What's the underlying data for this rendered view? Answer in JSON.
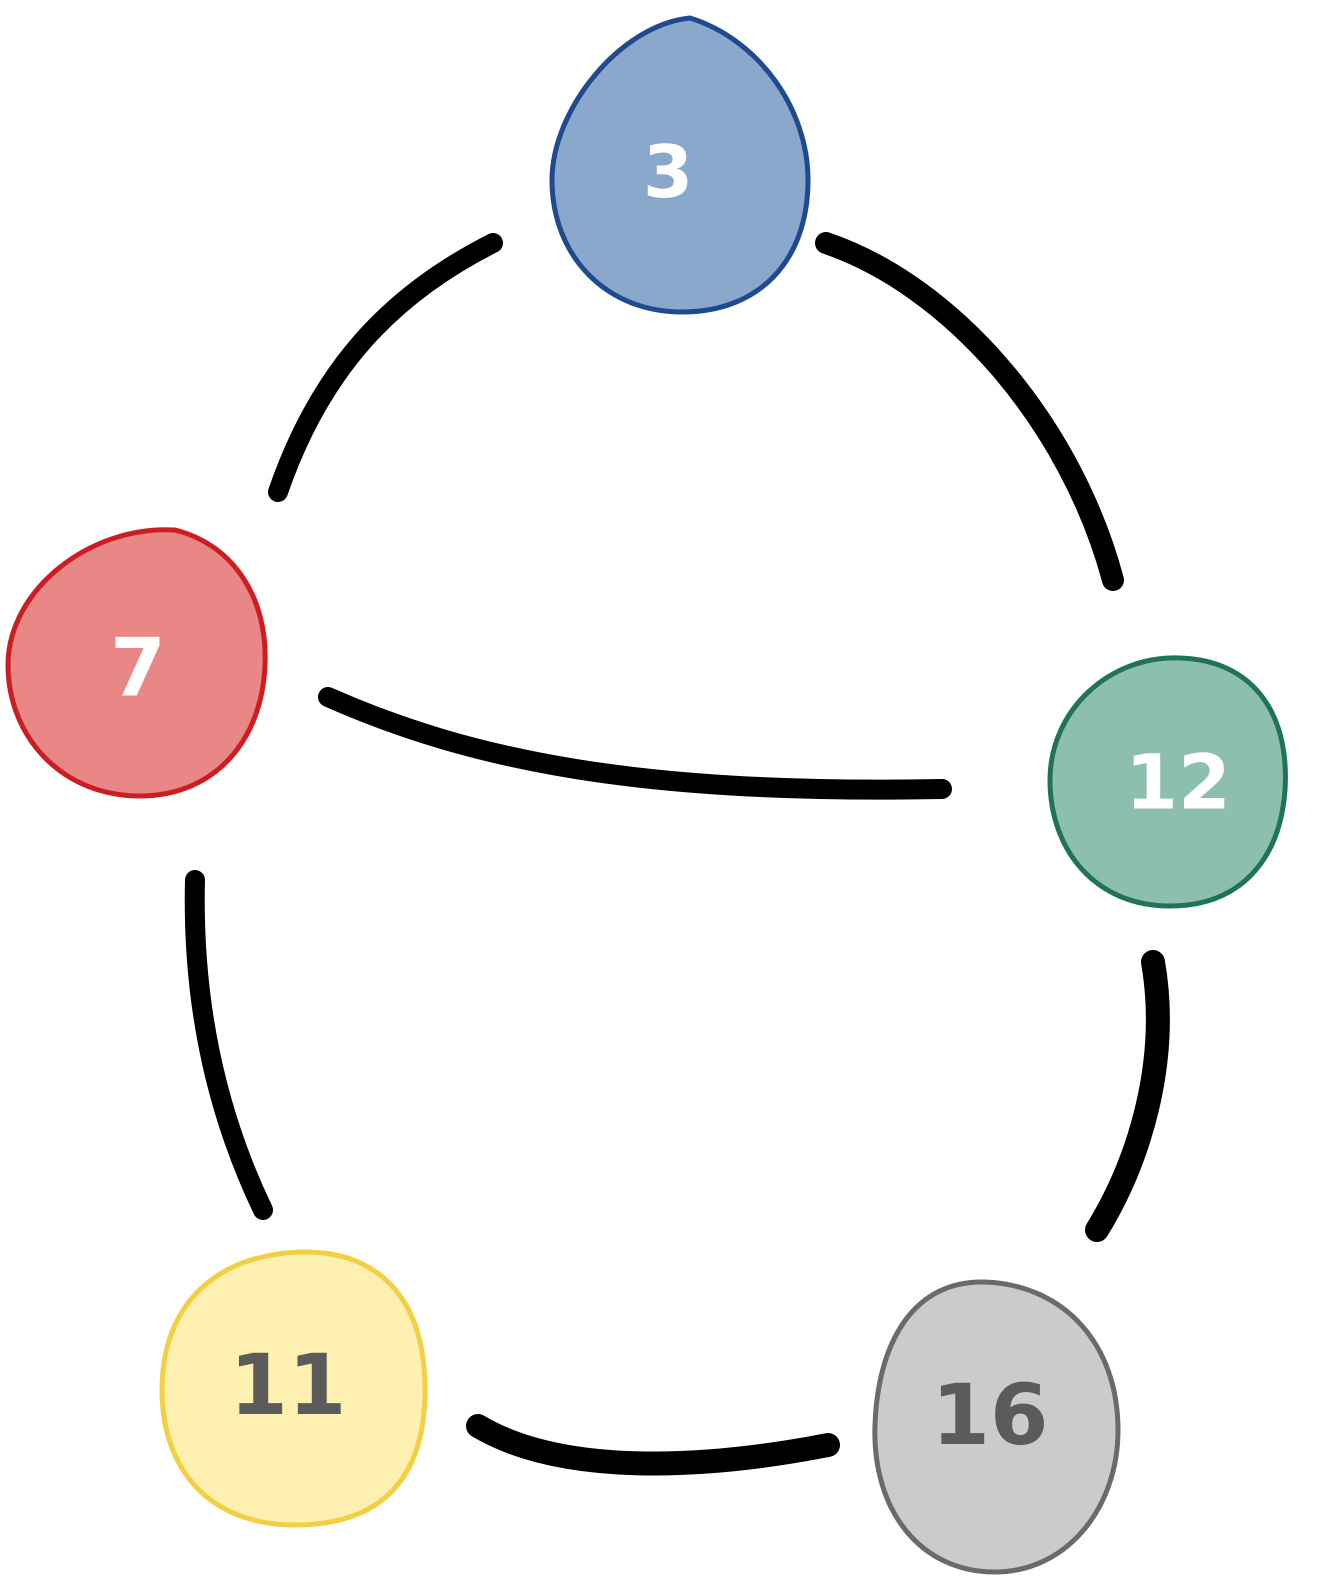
{
  "graph": {
    "nodes": [
      {
        "id": "n3",
        "label": "3",
        "fill": "#8aa8cb",
        "stroke": "#1f4a8f",
        "text_color": "#ffffff"
      },
      {
        "id": "n7",
        "label": "7",
        "fill": "#e98686",
        "stroke": "#cc1e22",
        "text_color": "#ffffff"
      },
      {
        "id": "n12",
        "label": "12",
        "fill": "#8cbfae",
        "stroke": "#1f7358",
        "text_color": "#ffffff"
      },
      {
        "id": "n11",
        "label": "11",
        "fill": "#fdf0b0",
        "stroke": "#f3d043",
        "text_color": "#5b5b5b"
      },
      {
        "id": "n16",
        "label": "16",
        "fill": "#cbcbcb",
        "stroke": "#6a6a6a",
        "text_color": "#5b5b5b"
      }
    ],
    "edges": [
      {
        "from": "3",
        "to": "7"
      },
      {
        "from": "3",
        "to": "12"
      },
      {
        "from": "7",
        "to": "12"
      },
      {
        "from": "7",
        "to": "11"
      },
      {
        "from": "12",
        "to": "16"
      },
      {
        "from": "11",
        "to": "16"
      }
    ],
    "edge_color": "#000000"
  }
}
